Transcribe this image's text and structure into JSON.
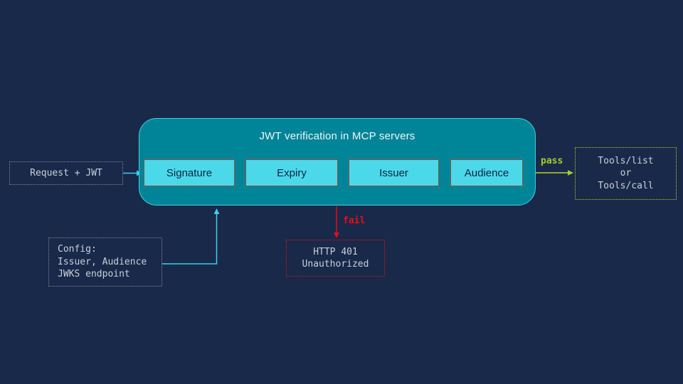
{
  "diagram": {
    "title": "JWT verification in MCP servers",
    "input_box": {
      "label": "Request + JWT"
    },
    "steps": [
      {
        "label": "Signature"
      },
      {
        "label": "Expiry"
      },
      {
        "label": "Issuer"
      },
      {
        "label": "Audience"
      }
    ],
    "pass_label": "pass",
    "fail_label": "fail",
    "success_box": {
      "lines": [
        "Tools/list",
        "or",
        "Tools/call"
      ]
    },
    "failure_box": {
      "lines": [
        "HTTP 401",
        "Unauthorized"
      ]
    },
    "config_box": {
      "lines": [
        "Config:",
        "Issuer, Audience",
        "JWKS endpoint"
      ]
    },
    "colors": {
      "background": "#19294a",
      "container_fill": "#008598",
      "container_border": "#41cede",
      "step_fill": "#4bd9e9",
      "step_border": "#9a4a38",
      "step_text": "#0e2440",
      "title_text": "#f2f5f8",
      "arrow_cyan": "#3bd0f0",
      "pass_green": "#a3cf2f",
      "fail_red": "#ea0c18",
      "muted_text": "#c8d0da",
      "muted_border": "#7e89a0"
    }
  }
}
